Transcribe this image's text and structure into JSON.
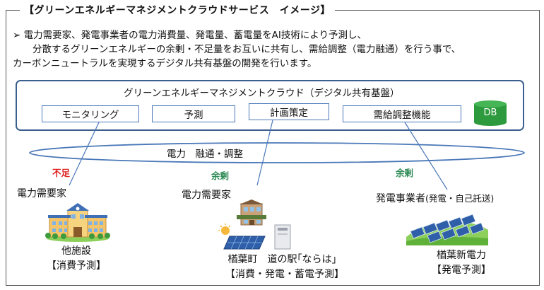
{
  "title": "【グリーンエネルギーマネジメントクラウドサービス　イメージ】",
  "summary": {
    "line1": "➢ 電力需要家、発電事業者の電力消費量、発電量、蓄電量をAI技術により予測し、",
    "line2": "分散するグリーンエネルギーの余剰・不足量をお互いに共有し、需給調整（電力融通）を行う事で、",
    "line3": "カーボンニュートラルを実現するデジタル共有基盤の開発を行います。"
  },
  "cloud": {
    "title": "グリーンエネルギーマネジメントクラウド（デジタル共有基盤）",
    "functions": [
      "モニタリング",
      "予測",
      "計画策定",
      "需給調整機能"
    ],
    "db_label": "DB"
  },
  "ring_label": "電力　融通・調整",
  "nodes": [
    {
      "status": "不足",
      "type": "電力需要家",
      "site": "他施設",
      "role": "【消費予測】"
    },
    {
      "status": "余剰",
      "type": "電力需要家",
      "site": "楢葉町　道の駅｢ならは」",
      "role": "【消費・発電・蓄電予測】"
    },
    {
      "status": "余剰",
      "type": "発電事業者",
      "type_note": "(発電・自己託送)",
      "site": "楢葉新電力",
      "role": "【発電予測】"
    }
  ],
  "colors": {
    "frame": "#555555",
    "cloud_border": "#3b5f8f",
    "function_border": "#4a78b8",
    "db_fill": "#2e9a3e",
    "ring": "#4a78b8",
    "shortage": "#e02020",
    "surplus": "#2e8b57"
  },
  "icons": {
    "facility": "school-building-icon",
    "roadside_station": "building-with-solar-battery-icon",
    "power_producer": "solar-farm-icon",
    "database": "database-cylinder-icon"
  }
}
